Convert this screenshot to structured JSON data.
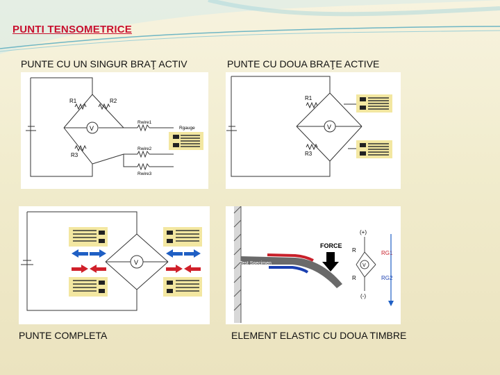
{
  "slide": {
    "title": "PUNTI TENSOMETRICE",
    "captions": {
      "top_left": "PUNTE CU UN SINGUR BRAŢ ACTIV",
      "top_right": "PUNTE CU DOUA BRAŢE ACTIVE",
      "bottom_left": "PUNTE COMPLETA",
      "bottom_right": "ELEMENT ELASTIC CU DOUA TIMBRE"
    }
  },
  "diagram1": {
    "r1": "R1",
    "r2": "R2",
    "r3": "R3",
    "v": "V",
    "rwire1": "Rwire1",
    "rwire2": "Rwire2",
    "rwire3": "Rwire3",
    "rgauge": "Rgauge"
  },
  "diagram2": {
    "r1": "R1",
    "r3": "R3",
    "v": "V"
  },
  "diagram3": {
    "v": "V"
  },
  "diagram4": {
    "force": "FORCE",
    "specimen": "Test Specimen",
    "plus": "(+)",
    "minus": "(-)",
    "v": "V",
    "r_top": "R",
    "r_bottom": "R",
    "rg1": "RG1",
    "rg2": "RG2"
  },
  "colors": {
    "title": "#c8102e",
    "gauge_fill": "#f3e7a1",
    "arrow_blue": "#1f5fc4",
    "arrow_red": "#d0202a",
    "specimen_top": "#c8202a",
    "specimen_bottom": "#1a3fb0"
  }
}
